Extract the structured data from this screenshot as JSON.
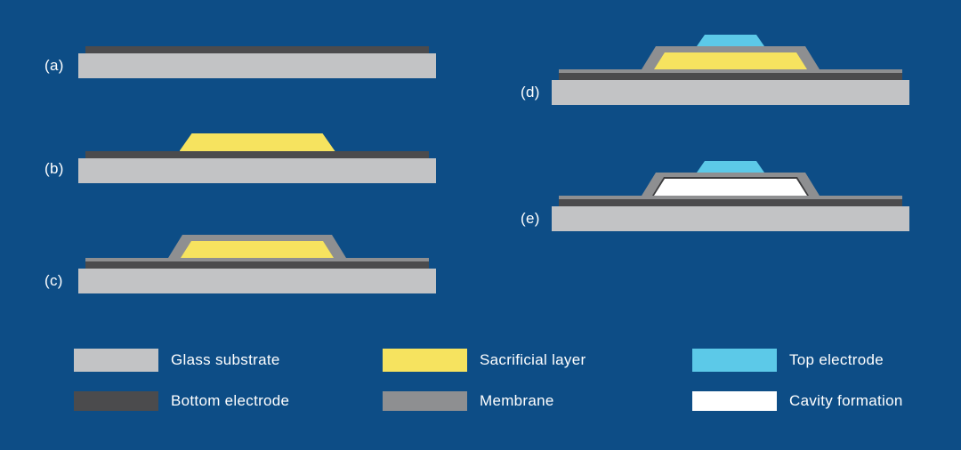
{
  "background": "#0d4d86",
  "colors": {
    "glass": "#c2c3c5",
    "bottom_electrode": "#4b4b4d",
    "sacrificial": "#f6e35f",
    "membrane": "#8e8f91",
    "top_electrode": "#5cc9e8",
    "cavity": "#ffffff"
  },
  "steps": [
    {
      "id": "a",
      "label": "(a)"
    },
    {
      "id": "b",
      "label": "(b)"
    },
    {
      "id": "c",
      "label": "(c)"
    },
    {
      "id": "d",
      "label": "(d)"
    },
    {
      "id": "e",
      "label": "(e)"
    }
  ],
  "legend": [
    {
      "label": "Glass substrate",
      "color_key": "glass"
    },
    {
      "label": "Bottom electrode",
      "color_key": "bottom_electrode"
    },
    {
      "label": "Sacrificial layer",
      "color_key": "sacrificial"
    },
    {
      "label": "Membrane",
      "color_key": "membrane"
    },
    {
      "label": "Top electrode",
      "color_key": "top_electrode"
    },
    {
      "label": "Cavity formation",
      "color_key": "cavity"
    }
  ]
}
